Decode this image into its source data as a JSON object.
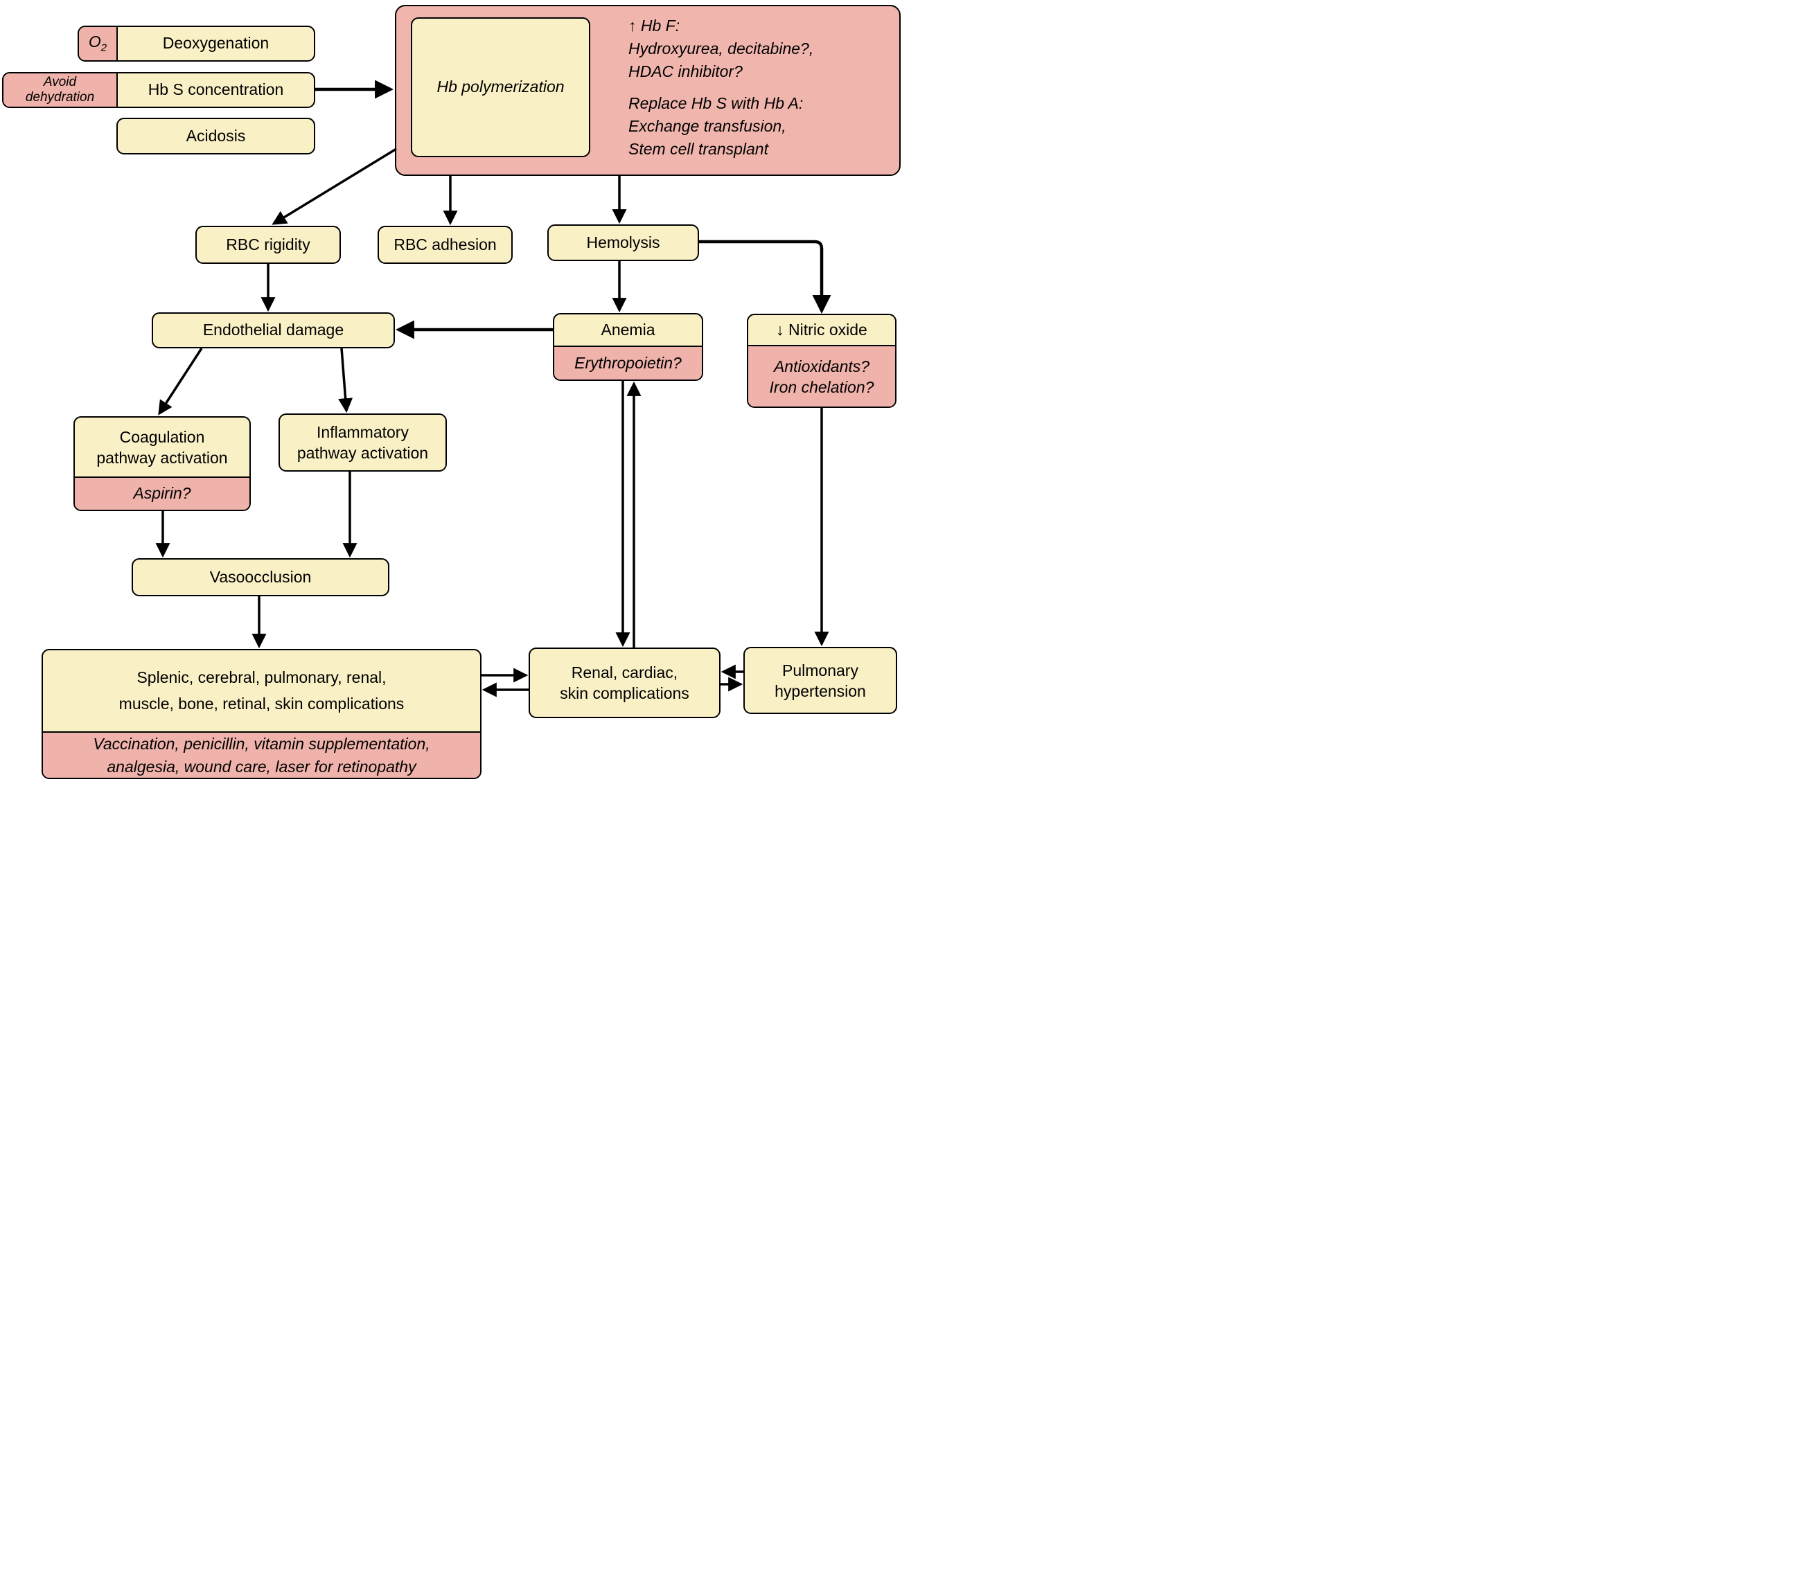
{
  "palette": {
    "box_yellow": "#faf0c6",
    "box_pink": "#efb3ab",
    "big_box_pink": "#f0b6ae",
    "line_color": "#000000",
    "background": "#ffffff"
  },
  "nodes": {
    "deoxygenation": {
      "label": "Deoxygenation",
      "treatment_main": "O",
      "treatment_sub": "2"
    },
    "hb_s_concentration": {
      "label": "Hb S concentration",
      "treatment_lines": [
        "Avoid",
        "dehydration"
      ]
    },
    "acidosis": {
      "label": "Acidosis"
    },
    "hb_polymerization": {
      "label": "Hb polymerization",
      "hbf_lines": [
        "↑ Hb F:",
        "Hydroxyurea, decitabine?,",
        "HDAC inhibitor?"
      ],
      "replace_lines": [
        "Replace Hb S with Hb A:",
        "Exchange transfusion,",
        "Stem cell transplant"
      ]
    },
    "rbc_rigidity": {
      "label": "RBC rigidity"
    },
    "rbc_adhesion": {
      "label": "RBC adhesion"
    },
    "hemolysis": {
      "label": "Hemolysis"
    },
    "endothelial_damage": {
      "label": "Endothelial damage"
    },
    "anemia": {
      "label": "Anemia",
      "treatment": "Erythropoietin?"
    },
    "nitric_oxide": {
      "label": "↓ Nitric oxide",
      "treatment_lines": [
        "Antioxidants?",
        "Iron chelation?"
      ]
    },
    "coagulation": {
      "label_lines": [
        "Coagulation",
        "pathway activation"
      ],
      "treatment": "Aspirin?"
    },
    "inflammatory": {
      "label_lines": [
        "Inflammatory",
        "pathway activation"
      ]
    },
    "vasoocclusion": {
      "label": "Vasoocclusion"
    },
    "organ_complications": {
      "label_lines": [
        "Splenic, cerebral, pulmonary, renal,",
        "muscle, bone, retinal, skin complications"
      ],
      "treatment_lines": [
        "Vaccination, penicillin, vitamin supplementation,",
        "analgesia, wound care, laser for retinopathy"
      ]
    },
    "renal_cardiac_skin": {
      "label_lines": [
        "Renal, cardiac,",
        "skin complications"
      ]
    },
    "pulmonary_hypertension": {
      "label_lines": [
        "Pulmonary",
        "hypertension"
      ]
    }
  }
}
